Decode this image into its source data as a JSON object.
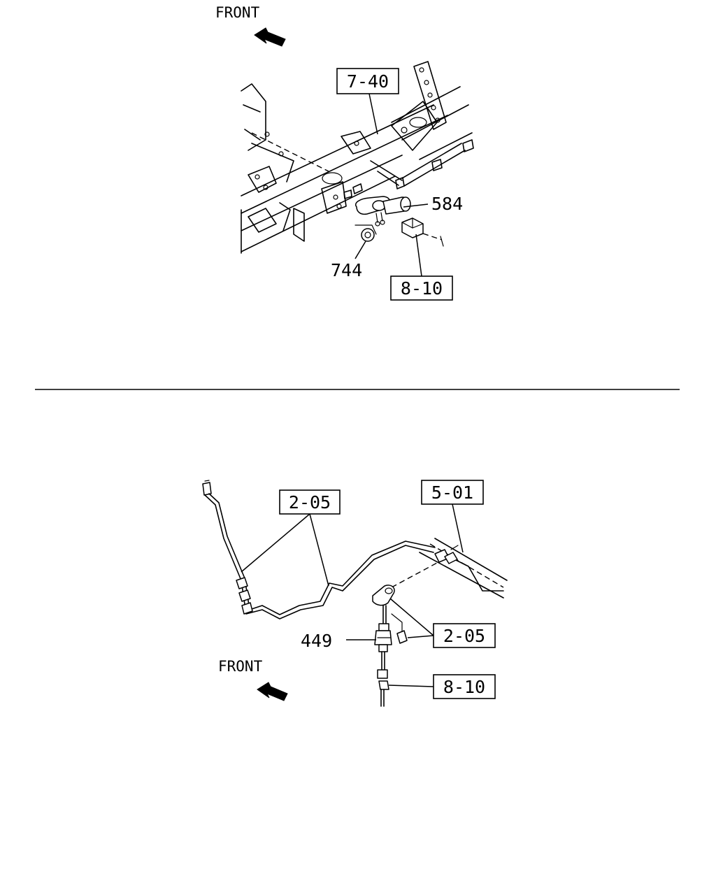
{
  "top_view": {
    "front_label": "FRONT",
    "callouts": {
      "ref_frame": "7-40",
      "part_584": "584",
      "part_744": "744",
      "ref_harness": "8-10"
    }
  },
  "bottom_view": {
    "front_label": "FRONT",
    "callouts": {
      "ref_pipe_a": "2-05",
      "ref_axle": "5-01",
      "ref_pipe_b": "2-05",
      "part_449": "449",
      "ref_harness": "8-10"
    }
  }
}
